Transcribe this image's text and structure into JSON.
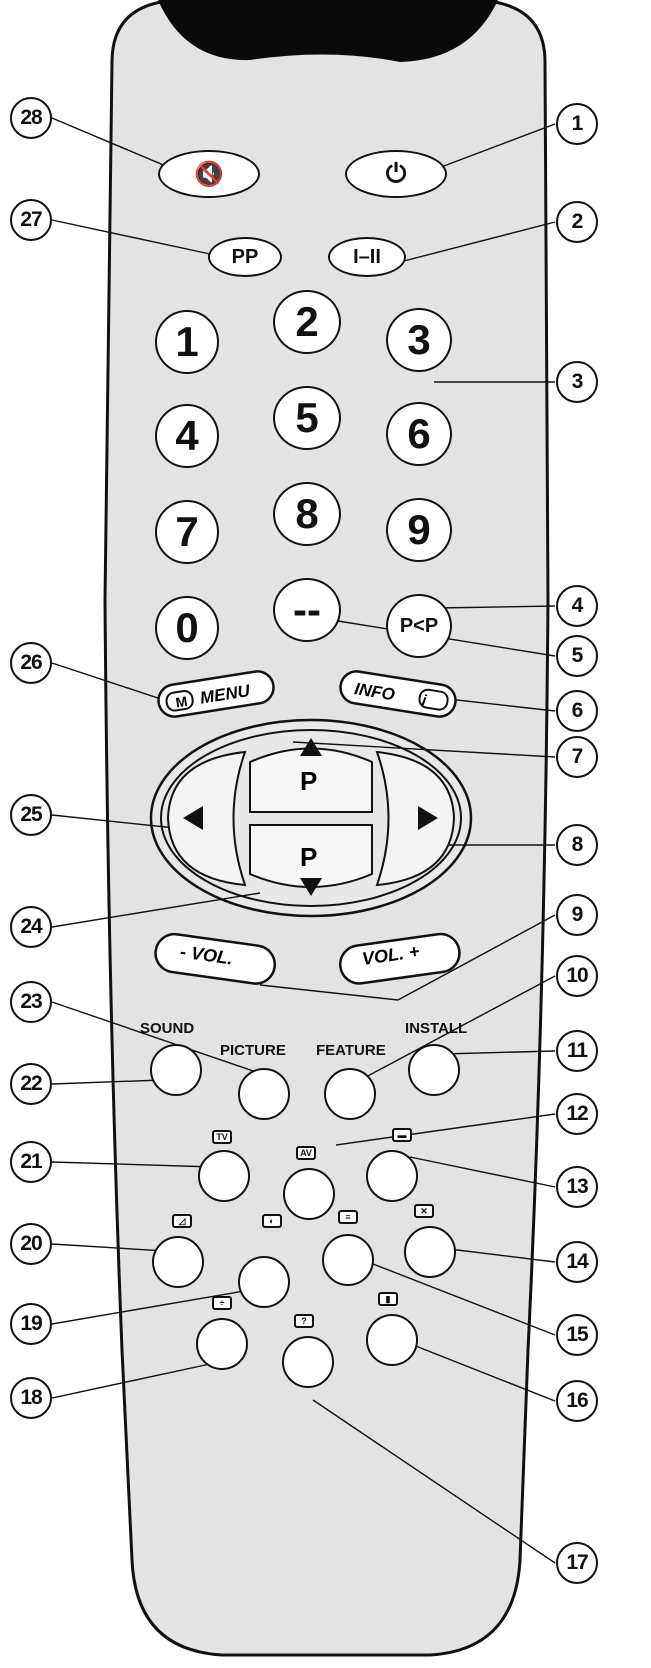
{
  "callouts": [
    "1",
    "2",
    "3",
    "4",
    "5",
    "6",
    "7",
    "8",
    "9",
    "10",
    "11",
    "12",
    "13",
    "14",
    "15",
    "16",
    "17",
    "18",
    "19",
    "20",
    "21",
    "22",
    "23",
    "24",
    "25",
    "26",
    "27",
    "28"
  ],
  "buttons": {
    "mute_icon": "mute-icon",
    "power_icon": "power-icon",
    "pp": "PP",
    "sound_mode": "I–II",
    "digits": [
      "1",
      "2",
      "3",
      "4",
      "5",
      "6",
      "7",
      "8",
      "9",
      "0"
    ],
    "dash": "--",
    "swap": "P<P",
    "menu": "MENU",
    "menu_badge": "M",
    "info": "INFO",
    "info_badge": "i",
    "prog_label": "P",
    "vol_minus": "- VOL.",
    "vol_plus": "VOL. +",
    "sound": "SOUND",
    "picture": "PICTURE",
    "feature": "FEATURE",
    "install": "INSTALL",
    "tv_badge": "TV",
    "av_badge": "AV"
  }
}
